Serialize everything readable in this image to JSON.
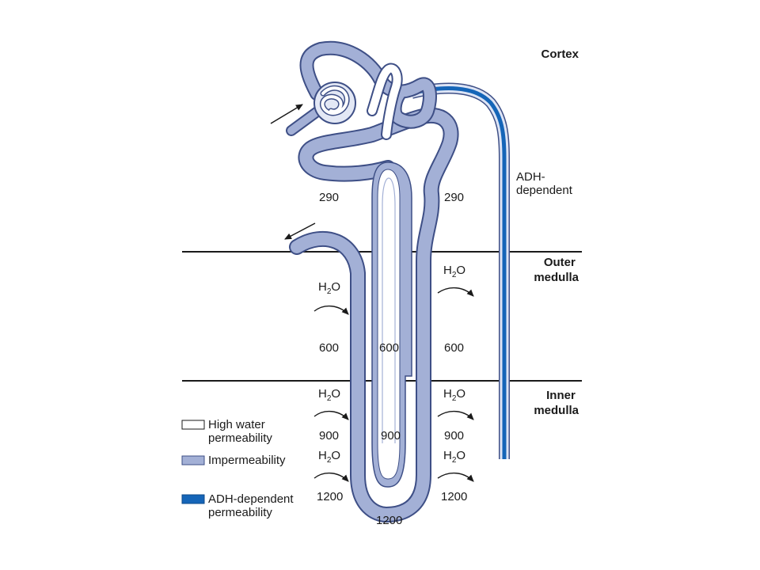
{
  "regions": {
    "cortex": "Cortex",
    "outer_medulla": [
      "Outer",
      "medulla"
    ],
    "inner_medulla": [
      "Inner",
      "medulla"
    ]
  },
  "adh_label": [
    "ADH-",
    "dependent"
  ],
  "osmolarity": {
    "cortex_left": "290",
    "cortex_right": "290",
    "outer_left": "600",
    "outer_center": "600",
    "outer_right": "600",
    "inner_left": "900",
    "inner_center": "900",
    "inner_right": "900",
    "deep_left": "1200",
    "deep_right": "1200",
    "bottom": "1200"
  },
  "water": {
    "prefix": "H",
    "subscript": "2",
    "suffix": "O"
  },
  "legend": {
    "high_water": [
      "High water",
      "permeability"
    ],
    "impermeability": "Impermeability",
    "adh_dependent": [
      "ADH-dependent",
      "permeability"
    ]
  },
  "colors": {
    "impermeable": "#a3b0d6",
    "outline": "#3e4f86",
    "high_water": "#ffffff",
    "adh": "#1565b8",
    "text": "#1a1a1a"
  }
}
